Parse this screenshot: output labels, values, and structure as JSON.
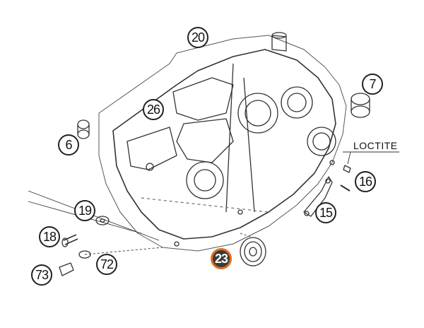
{
  "callouts": {
    "c20": "20",
    "c7": "7",
    "c26": "26",
    "c6": "6",
    "c16": "16",
    "c19": "19",
    "c15": "15",
    "c18": "18",
    "c23": "23",
    "c72": "72",
    "c73": "73"
  },
  "note": "LOCTITE",
  "colors": {
    "highlight": "#e0701e",
    "line": "#333333"
  }
}
